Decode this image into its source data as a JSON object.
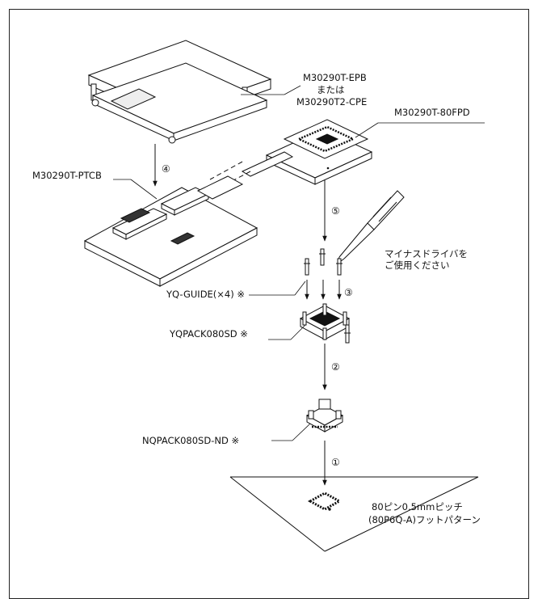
{
  "labels": {
    "epb": "M30290T-EPB",
    "or": "または",
    "cpe": "M30290T2-CPE",
    "fpd": "M30290T-80FPD",
    "ptcb": "M30290T-PTCB",
    "driver_line1": "マイナスドライバを",
    "driver_line2": "ご使用ください",
    "yq_guide": "YQ-GUIDE(×4) ※",
    "yqpack": "YQPACK080SD ※",
    "nqpack": "NQPACK080SD-ND ※",
    "foot_line1": "80ピン0.5mmピッチ",
    "foot_line2": "(80P6Q-A)フットパターン"
  },
  "steps": {
    "s1": "①",
    "s2": "②",
    "s3": "③",
    "s4": "④",
    "s5": "⑤"
  }
}
